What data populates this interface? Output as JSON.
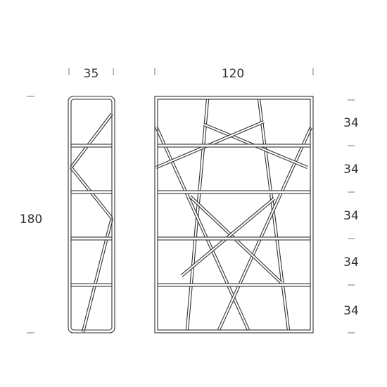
{
  "dimensions": {
    "side_width": "35",
    "front_width": "120",
    "height": "180",
    "shelf_heights": [
      "34",
      "34",
      "34",
      "34",
      "34"
    ]
  },
  "colors": {
    "line": "#333333",
    "tick": "#777777",
    "background": "#ffffff"
  }
}
